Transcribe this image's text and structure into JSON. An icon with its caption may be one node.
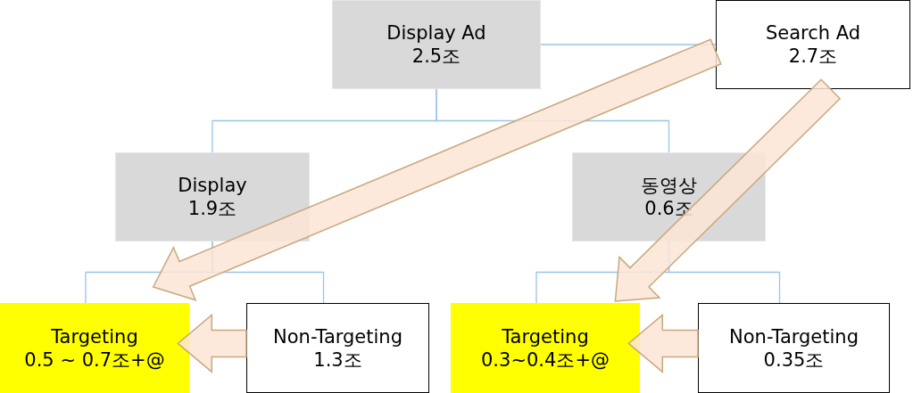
{
  "diagram": {
    "nodes": [
      {
        "text": [
          "Display Ad",
          "2.5조"
        ]
      },
      {
        "text": [
          "Search Ad",
          "2.7조"
        ]
      },
      {
        "text": [
          "Display",
          "1.9조"
        ]
      },
      {
        "text": [
          "동영상",
          "0.6조"
        ]
      },
      {
        "text": [
          "Targeting",
          "0.5 ~ 0.7조+@"
        ]
      },
      {
        "text": [
          "Non-Targeting",
          "1.3조"
        ]
      },
      {
        "text": [
          "Targeting",
          "0.3~0.4조+@"
        ]
      },
      {
        "text": [
          "Non-Targeting",
          "0.35조"
        ]
      }
    ],
    "edges": [
      {
        "from": 0,
        "to": 1,
        "arrow": "none"
      },
      {
        "from": 0,
        "to": 2,
        "arrow": "none"
      },
      {
        "from": 0,
        "to": 3,
        "arrow": "none"
      },
      {
        "from": 2,
        "to": 4,
        "arrow": "none"
      },
      {
        "from": 2,
        "to": 5,
        "arrow": "none"
      },
      {
        "from": 3,
        "to": 6,
        "arrow": "none"
      },
      {
        "from": 3,
        "to": 7,
        "arrow": "none"
      },
      {
        "from": 1,
        "to": 4,
        "arrow": "to",
        "style": "thick",
        "color": "#fbe5d6"
      },
      {
        "from": 1,
        "to": 6,
        "arrow": "to",
        "style": "thick",
        "color": "#fbe5d6"
      },
      {
        "from": 5,
        "to": 4,
        "arrow": "to",
        "style": "thick",
        "color": "#fbe5d6"
      },
      {
        "from": 7,
        "to": 6,
        "arrow": "to",
        "style": "thick",
        "color": "#fbe5d6"
      }
    ]
  }
}
